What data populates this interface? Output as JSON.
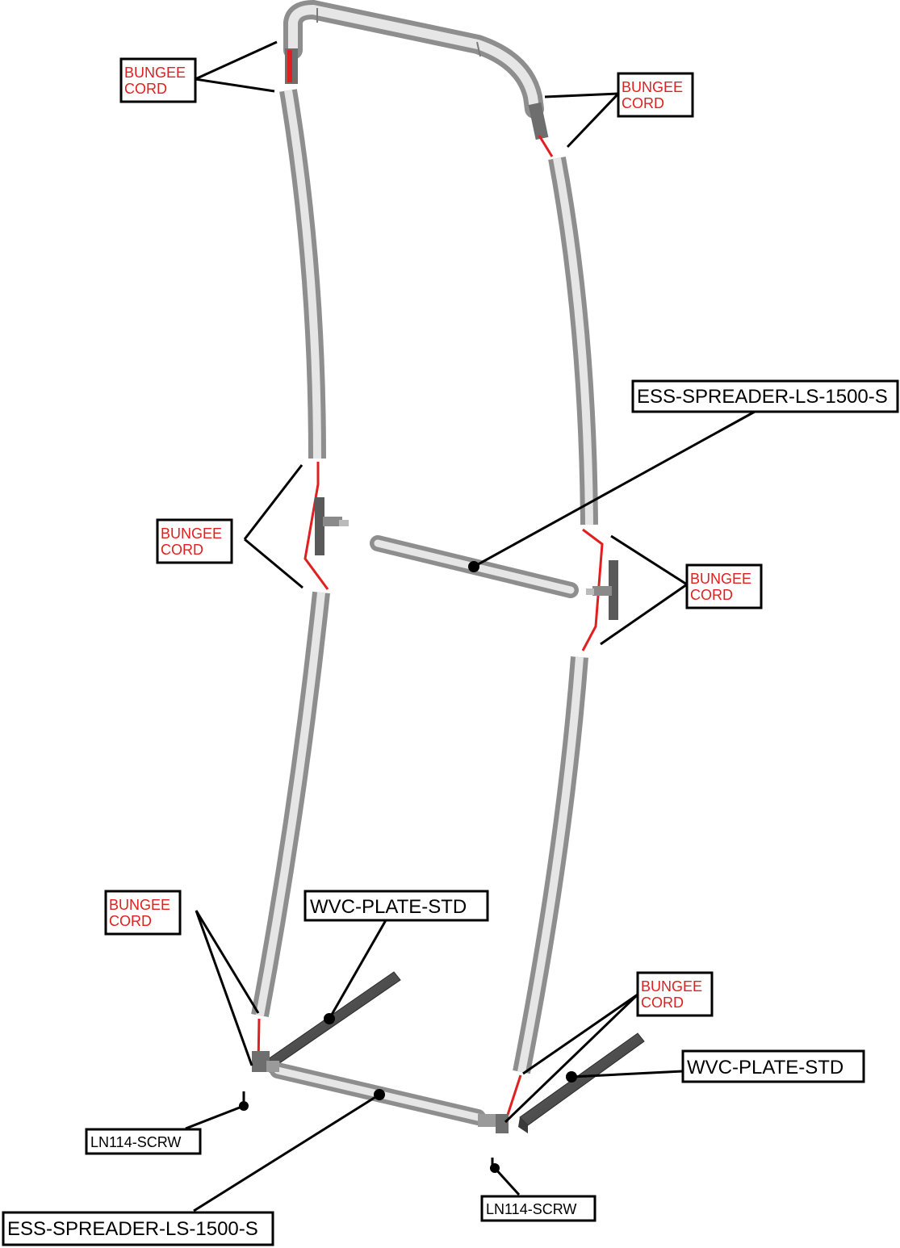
{
  "colors": {
    "tube": "#c4c4c4",
    "tube_dark": "#8e8e8e",
    "tube_light": "#ececec",
    "bungee": "#e02020",
    "plate": "#555555",
    "plate_dark": "#2a2a2a",
    "line": "#000000",
    "box_border": "#000000",
    "label_red": "#e02020",
    "label_black": "#000000"
  },
  "labels": {
    "bungee_tl": {
      "line1": "BUNGEE",
      "line2": "CORD"
    },
    "bungee_tr": {
      "line1": "BUNGEE",
      "line2": "CORD"
    },
    "bungee_ml": {
      "line1": "BUNGEE",
      "line2": "CORD"
    },
    "bungee_mr": {
      "line1": "BUNGEE",
      "line2": "CORD"
    },
    "bungee_bl": {
      "line1": "BUNGEE",
      "line2": "CORD"
    },
    "bungee_br": {
      "line1": "BUNGEE",
      "line2": "CORD"
    },
    "spreader_top": "ESS-SPREADER-LS-1500-S",
    "spreader_bottom": "ESS-SPREADER-LS-1500-S",
    "plate_left": "WVC-PLATE-STD",
    "plate_right": "WVC-PLATE-STD",
    "screw_left": "LN114-SCRW",
    "screw_right": "LN114-SCRW"
  }
}
